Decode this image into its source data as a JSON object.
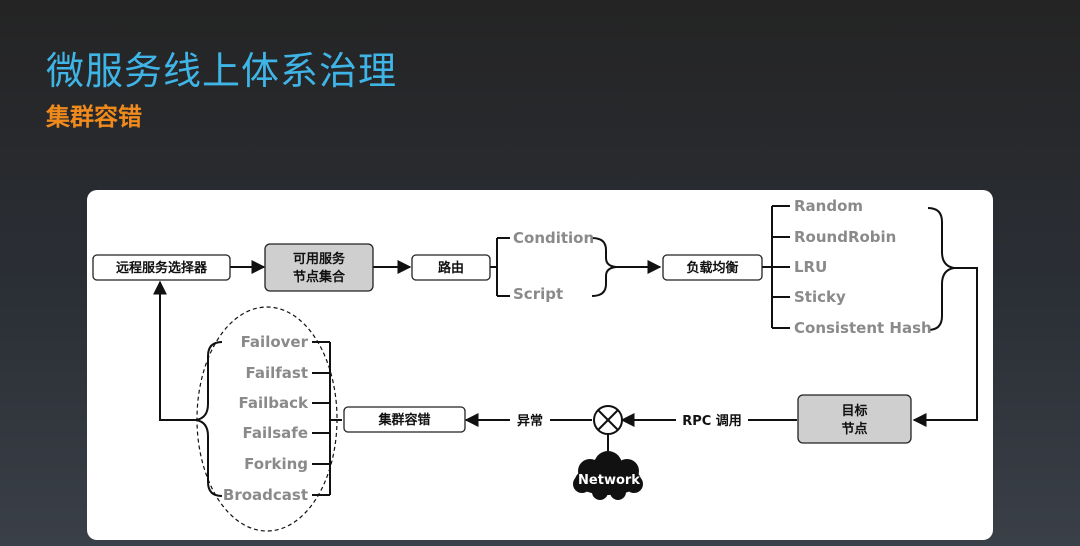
{
  "header": {
    "title": "微服务线上体系治理",
    "subtitle": "集群容错"
  },
  "diagram": {
    "remote_selector": "远程服务选择器",
    "available_nodes": [
      "可用服务",
      "节点集合"
    ],
    "routing": "路由",
    "routing_options": [
      "Condition",
      "Script"
    ],
    "load_balance": "负载均衡",
    "lb_strategies": [
      "Random",
      "RoundRobin",
      "LRU",
      "Sticky",
      "Consistent Hash"
    ],
    "target_node": [
      "目标",
      "节点"
    ],
    "rpc_call": "RPC 调用",
    "network": "Network",
    "exception": "异常",
    "cluster_fault_tolerance": "集群容错",
    "fault_strategies": [
      "Failover",
      "Failfast",
      "Failback",
      "Failsafe",
      "Forking",
      "Broadcast"
    ]
  },
  "colors": {
    "title": "#3fb4e6",
    "subtitle": "#f08a1c",
    "gray_box": "#cfcfcf",
    "gray_text": "#8a8a8a"
  }
}
